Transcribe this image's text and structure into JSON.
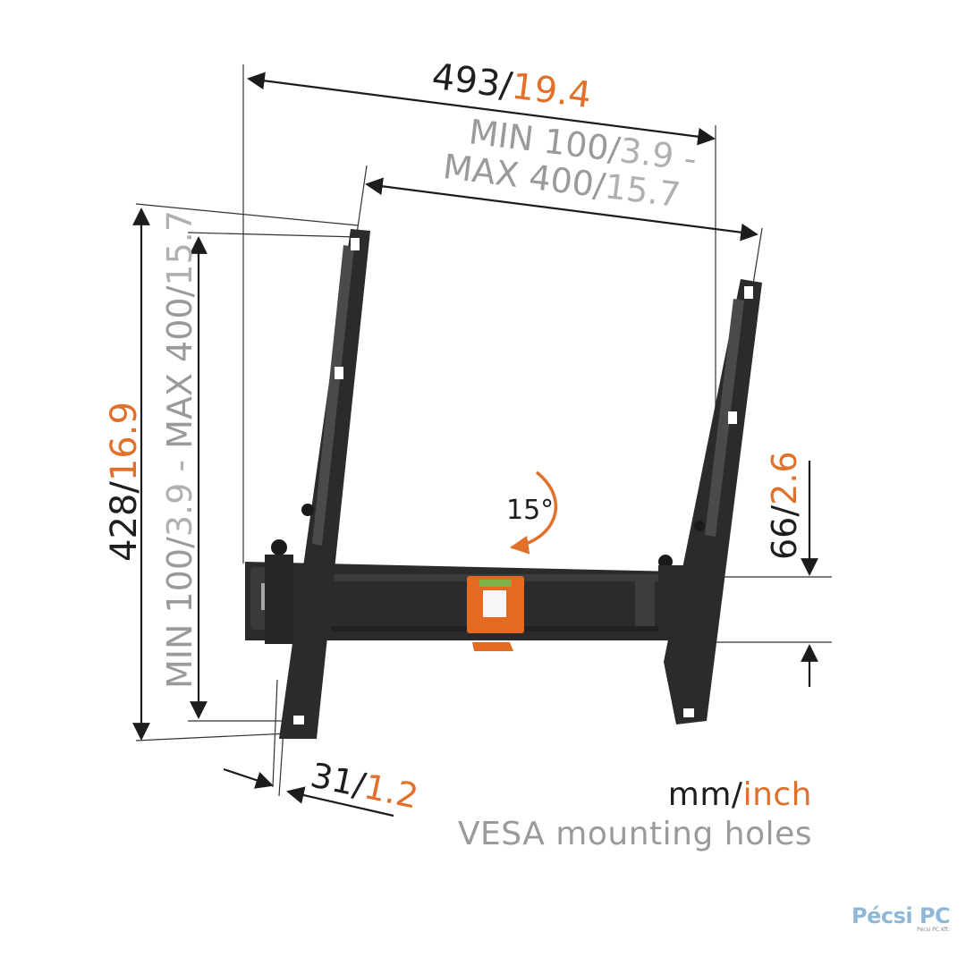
{
  "dimensions": {
    "width": {
      "mm": "493",
      "inch": "19.4"
    },
    "vesa_horizontal": {
      "line1_grey": "MIN 100/",
      "line1_val": "3.9 -",
      "line2_grey": "MAX 400/",
      "line2_val": "15.7"
    },
    "height": {
      "mm": "428",
      "inch": "16.9"
    },
    "vesa_vertical": {
      "prefix": "MIN 100/",
      "min_inch": "3.9 - ",
      "mid": "MAX 400/",
      "max_inch": "15.7"
    },
    "rail_height": {
      "mm": "66",
      "inch": "2.6"
    },
    "depth": {
      "mm": "31",
      "inch": "1.2"
    },
    "tilt": "15°"
  },
  "legend": {
    "units_mm": "mm/",
    "units_inch": "inch",
    "vesa": "VESA mounting holes"
  },
  "brand": {
    "name": "Pécsi PC",
    "tag": "Pécsi PC Kft."
  },
  "colors": {
    "dark": "#222222",
    "accent": "#e0702a",
    "grey": "#9a9a9a",
    "bracket": "#2b2b2b"
  },
  "icons": [
    "rotation-arrow-icon",
    "spirit-level-icon"
  ]
}
